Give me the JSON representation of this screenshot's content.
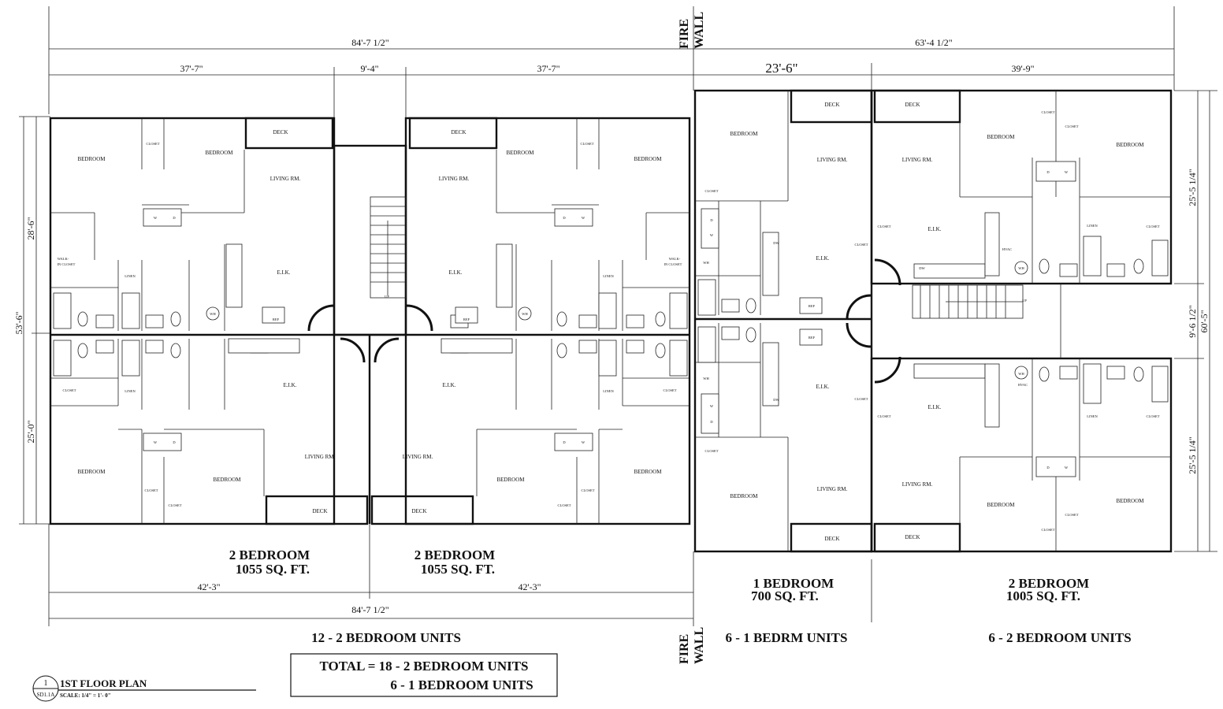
{
  "dimensions": {
    "top_left_total": "84'-7 1/2\"",
    "top_right_total": "63'-4 1/2\"",
    "top_seg_1": "37'-7\"",
    "top_seg_2": "9'-4\"",
    "top_seg_3": "37'-7\"",
    "top_seg_4": "23'-6\"",
    "top_seg_5": "39'-9\"",
    "left_total": "53'-6\"",
    "left_upper": "28'-6\"",
    "left_lower": "25'-0\"",
    "right_total": "60'-5\"",
    "right_upper": "25'-5 1/4\"",
    "right_mid": "9'-6 1/2\"",
    "right_lower": "25'-5 1/4\"",
    "bottom_seg_1": "42'-3\"",
    "bottom_seg_2": "42'-3\"",
    "bottom_total": "84'-7 1/2\""
  },
  "fire_wall": {
    "line1": "FIRE",
    "line2": "WALL"
  },
  "rooms": {
    "bedroom": "BEDROOM",
    "closet": "CLOSET",
    "living": "LIVING RM.",
    "eik": "E.I.K.",
    "deck": "DECK",
    "linen": "LINEN",
    "walk_in": "WALK-",
    "walk_in2": "IN CLOSET",
    "w": "W",
    "d": "D",
    "wh": "WH",
    "hvac": "HVAC",
    "ref": "REF",
    "dw": "DW",
    "up": "UP"
  },
  "units": {
    "u1_title": "2 BEDROOM",
    "u1_area": "1055 SQ. FT.",
    "u2_title": "2 BEDROOM",
    "u2_area": "1055 SQ. FT.",
    "u3_title": "1 BEDROOM",
    "u3_area": "700 SQ. FT.",
    "u4_title": "2 BEDROOM",
    "u4_area": "1005 SQ. FT."
  },
  "summary": {
    "left": "12 - 2 BEDROOM UNITS",
    "mid": "6 - 1 BEDRM UNITS",
    "right": "6 - 2 BEDROOM UNITS",
    "total_line1": "TOTAL = 18 - 2 BEDROOM UNITS",
    "total_line2": "6  -  1 BEDROOM UNITS"
  },
  "title_block": {
    "number": "1",
    "sheet": "SD1.1A",
    "title": "1ST FLOOR PLAN",
    "scale": "SCALE: 1/4\" = 1'- 0\""
  }
}
